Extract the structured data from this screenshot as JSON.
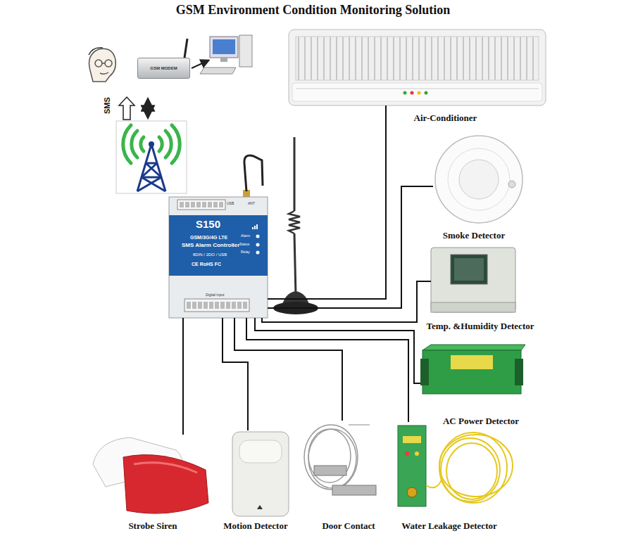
{
  "diagram": {
    "title": "GSM Environment Condition Monitoring Solution",
    "nodes": [
      {
        "text": [
          "S150",
          "GSM/3G/4G LTE",
          "SMS Alarm Controller",
          "8DIN / 2DO / USB",
          "CE RoHS FC"
        ]
      },
      {
        "text": [
          "GSM MODEM"
        ]
      },
      {
        "text": [
          "Air-Conditioner"
        ]
      },
      {
        "text": [
          "Smoke Detector"
        ]
      },
      {
        "text": [
          "Temp. &Humidity Detector"
        ]
      },
      {
        "text": [
          "AC Power Detector"
        ]
      },
      {
        "text": [
          "Strobe Siren"
        ]
      },
      {
        "text": [
          "Motion Detector"
        ]
      },
      {
        "text": [
          "Door Contact"
        ]
      },
      {
        "text": [
          "Water Leakage Detector"
        ]
      }
    ],
    "edges": [
      {
        "from": 0,
        "to": 2,
        "arrow": "none"
      },
      {
        "from": 0,
        "to": 3,
        "arrow": "none"
      },
      {
        "from": 0,
        "to": 4,
        "arrow": "none"
      },
      {
        "from": 0,
        "to": 5,
        "arrow": "none"
      },
      {
        "from": 0,
        "to": 6,
        "arrow": "none"
      },
      {
        "from": 0,
        "to": 7,
        "arrow": "none"
      },
      {
        "from": 0,
        "to": 8,
        "arrow": "none"
      },
      {
        "from": 0,
        "to": 9,
        "arrow": "none"
      }
    ],
    "labels": [
      "SMS",
      "USB",
      "ANT",
      "Alarm",
      "Status",
      "Relay",
      "Digital Input"
    ]
  }
}
